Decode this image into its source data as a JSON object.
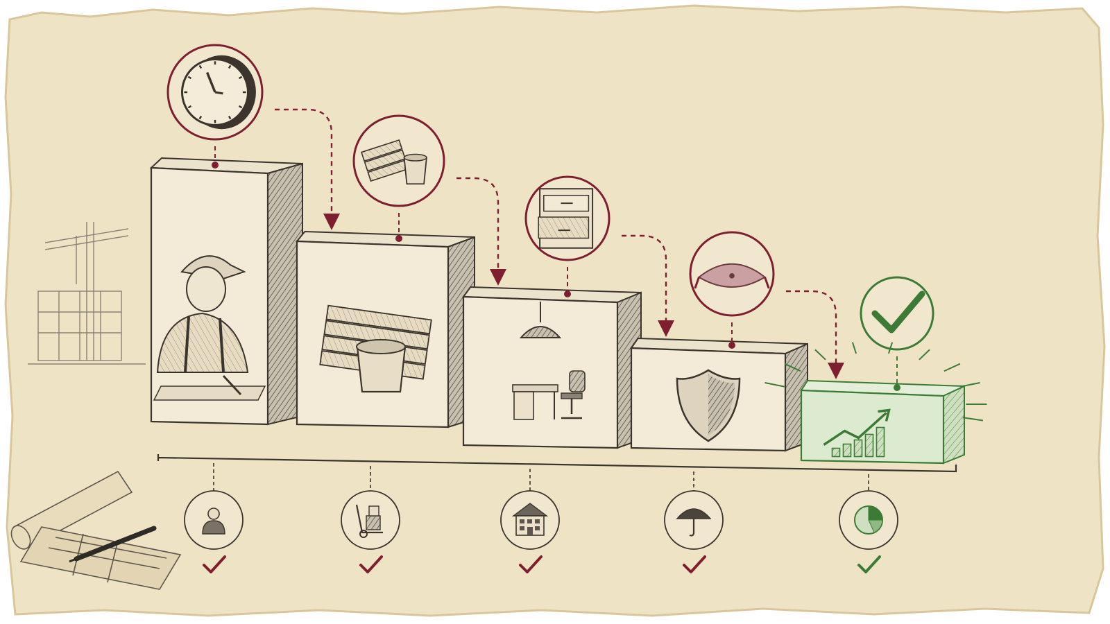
{
  "colors": {
    "paper": "#efe3c6",
    "paper_edge": "#d8c79c",
    "ink": "#3a342c",
    "accent_red": "#7d1f2f",
    "accent_green": "#3d7a36",
    "green_fill": "#dcead0"
  },
  "steps": [
    {
      "top_icon": "clock-icon",
      "face_icon": "worker-icon",
      "bottom_icon": "person-icon",
      "status": "done"
    },
    {
      "top_icon": "materials-icon",
      "face_icon": "lumber-bucket-icon",
      "bottom_icon": "hand-truck-icon",
      "status": "done"
    },
    {
      "top_icon": "cabinet-icon",
      "face_icon": "office-furniture-icon",
      "bottom_icon": "building-icon",
      "status": "done"
    },
    {
      "top_icon": "cushion-icon",
      "face_icon": "shield-icon",
      "bottom_icon": "umbrella-icon",
      "status": "done"
    },
    {
      "top_icon": "checkmark-icon",
      "face_icon": "growth-chart-icon",
      "bottom_icon": "pie-chart-icon",
      "status": "done"
    }
  ],
  "decorations": [
    "construction-crane-icon",
    "blueprint-roll-icon",
    "pen-icon"
  ]
}
